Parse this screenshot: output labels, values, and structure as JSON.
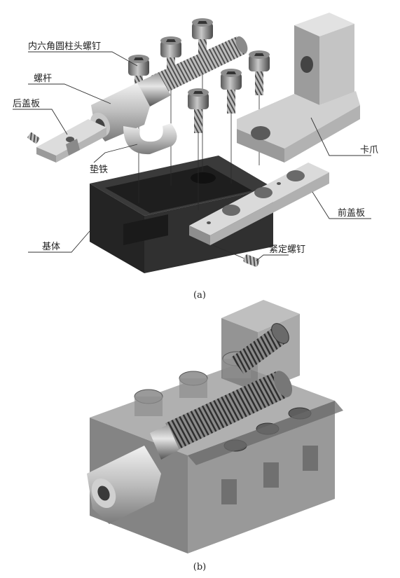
{
  "figure_a": {
    "caption": "(a)",
    "labels": {
      "socket_screws": "内六角圆柱头螺钉",
      "lead_screw": "螺杆",
      "rear_cover": "后盖板",
      "washer": "垫铁",
      "jaw": "卡爪",
      "front_cover": "前盖板",
      "base": "基体",
      "set_screw": "紧定螺钉"
    }
  },
  "figure_b": {
    "caption": "(b)"
  },
  "colors": {
    "metal_light": "#d9d9d9",
    "metal_mid": "#a9a9a9",
    "metal_dark": "#6d6d6d",
    "base_dark": "#2e2e2e",
    "translucent": "#8f8f8f"
  }
}
